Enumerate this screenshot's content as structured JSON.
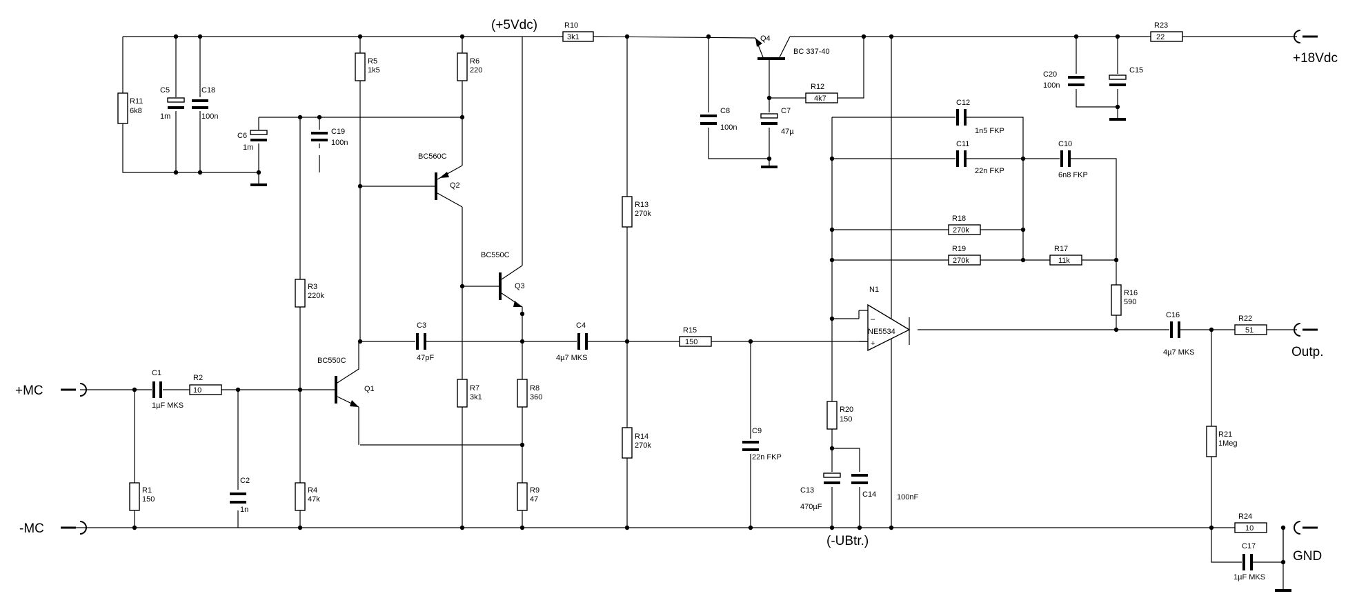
{
  "supply_labels": {
    "plus5": "(+5Vdc)",
    "minus_ub": "(-UBtr.)",
    "plus18": "+18Vdc"
  },
  "io_labels": {
    "in_plus": "+MC",
    "in_minus": "-MC",
    "output": "Outp.",
    "ground": "GND"
  },
  "resistors": {
    "r1": {
      "name": "R1",
      "value": "150"
    },
    "r2": {
      "name": "R2",
      "value": "10"
    },
    "r3": {
      "name": "R3",
      "value": "220k"
    },
    "r4": {
      "name": "R4",
      "value": "47k"
    },
    "r5": {
      "name": "R5",
      "value": "1k5"
    },
    "r6": {
      "name": "R6",
      "value": "220"
    },
    "r7": {
      "name": "R7",
      "value": "3k1"
    },
    "r8": {
      "name": "R8",
      "value": "360"
    },
    "r9": {
      "name": "R9",
      "value": "47"
    },
    "r10": {
      "name": "R10",
      "value": "3k1"
    },
    "r11": {
      "name": "R11",
      "value": "6k8"
    },
    "r12": {
      "name": "R12",
      "value": "4k7"
    },
    "r13": {
      "name": "R13",
      "value": "270k"
    },
    "r14": {
      "name": "R14",
      "value": "270k"
    },
    "r15": {
      "name": "R15",
      "value": "150"
    },
    "r16": {
      "name": "R16",
      "value": "590"
    },
    "r17": {
      "name": "R17",
      "value": "11k"
    },
    "r18": {
      "name": "R18",
      "value": "270k"
    },
    "r19": {
      "name": "R19",
      "value": "270k"
    },
    "r20": {
      "name": "R20",
      "value": "150"
    },
    "r21": {
      "name": "R21",
      "value": "1Meg"
    },
    "r22": {
      "name": "R22",
      "value": "51"
    },
    "r23": {
      "name": "R23",
      "value": "22"
    },
    "r24": {
      "name": "R24",
      "value": "10"
    }
  },
  "capacitors": {
    "c1": {
      "name": "C1",
      "value": "1µF MKS"
    },
    "c2": {
      "name": "C2",
      "value": "1n"
    },
    "c3": {
      "name": "C3",
      "value": "47pF"
    },
    "c4": {
      "name": "C4",
      "value": "4µ7 MKS"
    },
    "c5": {
      "name": "C5",
      "value": "1m"
    },
    "c6": {
      "name": "C6",
      "value": "1m"
    },
    "c7": {
      "name": "C7",
      "value": "47µ"
    },
    "c8": {
      "name": "C8",
      "value": "100n"
    },
    "c9": {
      "name": "C9",
      "value": "22n FKP"
    },
    "c10": {
      "name": "C10",
      "value": "6n8 FKP"
    },
    "c11": {
      "name": "C11",
      "value": "22n FKP"
    },
    "c12": {
      "name": "C12",
      "value": "1n5 FKP"
    },
    "c13": {
      "name": "C13",
      "value": "470µF"
    },
    "c14": {
      "name": "C14",
      "value": ""
    },
    "c15": {
      "name": "C15",
      "value": ""
    },
    "c16": {
      "name": "C16",
      "value": "4µ7 MKS"
    },
    "c17": {
      "name": "C17",
      "value": "1µF MKS"
    },
    "c18": {
      "name": "C18",
      "value": "100n"
    },
    "c19": {
      "name": "C19",
      "value": "100n"
    },
    "c20": {
      "name": "C20",
      "value": "100n"
    }
  },
  "transistors": {
    "q1": {
      "name": "Q1",
      "type": "BC550C"
    },
    "q2": {
      "name": "Q2",
      "type": "BC560C"
    },
    "q3": {
      "name": "Q3",
      "type": "BC550C"
    },
    "q4": {
      "name": "Q4",
      "type": "BC 337-40"
    }
  },
  "opamp": {
    "name": "N1",
    "type": "NE5534",
    "minus": "–",
    "plus": "+"
  },
  "extra_labels": {
    "cap_100nf": "100nF"
  }
}
